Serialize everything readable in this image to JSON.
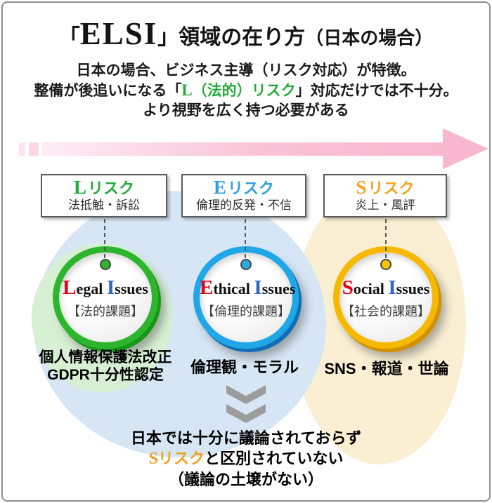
{
  "colors": {
    "accent_green": "#22AC38",
    "accent_blue": "#2E9FE6",
    "accent_orange": "#F5A31E",
    "ring_green": "#2DB52D",
    "ring_blue": "#1FA7E8",
    "ring_yellow": "#F7B900",
    "initial_red": "#E60012",
    "initial_blue": "#2D62C8",
    "arrow_pink": "#F8B7CE",
    "bg_blue_ellipse": "#D6E6F4",
    "bg_green_ellipse": "#D7F0D4",
    "bg_yellow_ellipse": "#FAEFD2",
    "chevron_gray": "#9C9C9C"
  },
  "title": {
    "open": "「",
    "elsi": "ELSI",
    "close": "」",
    "main": "領域の在り方",
    "paren": "（日本の場合）"
  },
  "subtitle": {
    "line1": "日本の場合、ビジネス主導（リスク対応）が特徴。",
    "line2_pre": "整備が後追いになる「",
    "line2_hl_initial": "L",
    "line2_hl_rest": "（法的）リスク",
    "line2_post": "」対応だけでは不十分。",
    "line3": "より視野を広く持つ必要がある"
  },
  "risk_boxes": [
    {
      "initial": "L",
      "suffix": "リスク",
      "sub": "法抵触・訴訟"
    },
    {
      "initial": "E",
      "suffix": "リスク",
      "sub": "倫理的反発・不信"
    },
    {
      "initial": "S",
      "suffix": "リスク",
      "sub": "炎上・風評"
    }
  ],
  "issue_circles": [
    {
      "initial1": "L",
      "rest1": "egal ",
      "initial2": "I",
      "rest2": "ssues",
      "jp": "【法的課題】",
      "note1": "個人情報保護法改正",
      "note2": "GDPR十分性認定"
    },
    {
      "initial1": "E",
      "rest1": "thical ",
      "initial2": "I",
      "rest2": "ssues",
      "jp": "【倫理的課題】",
      "note1": "倫理観・モラル"
    },
    {
      "initial1": "S",
      "rest1": "ocial ",
      "initial2": "I",
      "rest2": "ssues",
      "jp": "【社会的課題】",
      "note1": "SNS・報道・世論"
    }
  ],
  "bottom": {
    "line1": "日本では十分に議論されておらず",
    "line2_hl_initial": "S",
    "line2_hl_rest": "リスク",
    "line2_rest": "と区別されていない",
    "line3": "（議論の土壌がない）"
  }
}
